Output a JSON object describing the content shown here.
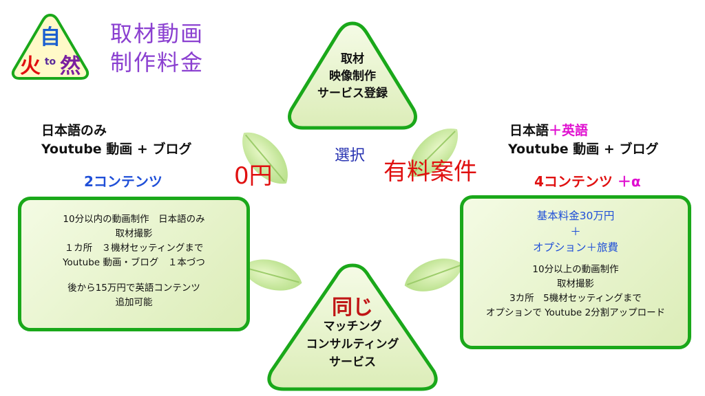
{
  "logo": {
    "c1": "自",
    "c2": "火",
    "c3": "to",
    "c4": "然"
  },
  "title": {
    "line1": "取材動画",
    "line2": "制作料金"
  },
  "top_node": {
    "lines": [
      "取材",
      "映像制作",
      "サービス登録"
    ]
  },
  "bottom_node": {
    "emphasis": "同じ",
    "lines": [
      "マッチング",
      "コンサルティング",
      "サービス"
    ]
  },
  "center": {
    "select": "選択",
    "free": "0円",
    "paid": "有料案件"
  },
  "left": {
    "heading1": "日本語のみ",
    "heading2": "Youtube 動画 + ブログ",
    "count": "2コンテンツ",
    "box_lines": [
      "10分以内の動画制作　日本語のみ",
      "取材撮影",
      "１カ所　３機材セッティングまで",
      "Youtube 動画・ブログ　１本づつ"
    ],
    "box_lines_2": [
      "後から15万円で英語コンテンツ",
      "追加可能"
    ]
  },
  "right": {
    "heading1_a": "日本語",
    "heading1_b": "＋英語",
    "heading2": "Youtube 動画 + ブログ",
    "count": "4コンテンツ",
    "count_extra": "＋α",
    "box_blue": [
      "基本料金30万円",
      "＋",
      "オプション＋旅費"
    ],
    "box_lines": [
      "10分以上の動画制作",
      "取材撮影",
      "3カ所　5機材セッティングまで",
      "オプションで Youtube 2分割アップロード"
    ]
  },
  "colors": {
    "green": "#1aa81a",
    "leaf": "#b8e08a",
    "red": "#e01010",
    "blue": "#1f4fd8",
    "purple": "#8a3fd0"
  }
}
